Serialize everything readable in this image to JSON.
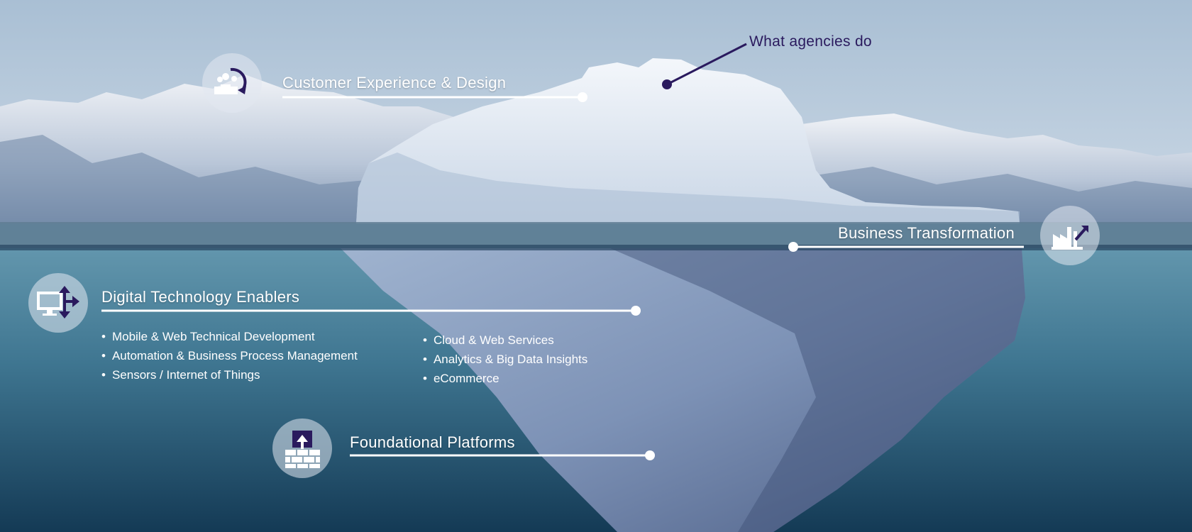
{
  "colors": {
    "sky_top": "#a9bfd4",
    "sky_bottom": "#c6d5e3",
    "water_top": "#5b8ea6",
    "water_bottom": "#17405a",
    "accent_purple": "#2a1a5e",
    "line_white": "#ffffff"
  },
  "above_water": {
    "what_agencies_do": "What agencies do",
    "customer_experience": {
      "title": "Customer Experience & Design",
      "icon": "people-cycle-icon"
    },
    "business_transformation": {
      "title": "Business Transformation",
      "icon": "factory-growth-icon"
    }
  },
  "below_water": {
    "digital_technology": {
      "title": "Digital Technology Enablers",
      "icon": "monitor-arrows-icon",
      "bullets_left": [
        "Mobile & Web Technical Development",
        "Automation & Business Process Management",
        "Sensors / Internet of Things"
      ],
      "bullets_right": [
        "Cloud & Web Services",
        "Analytics & Big Data Insights",
        "eCommerce"
      ]
    },
    "foundational_platforms": {
      "title": "Foundational Platforms",
      "icon": "bricks-upload-icon"
    }
  }
}
